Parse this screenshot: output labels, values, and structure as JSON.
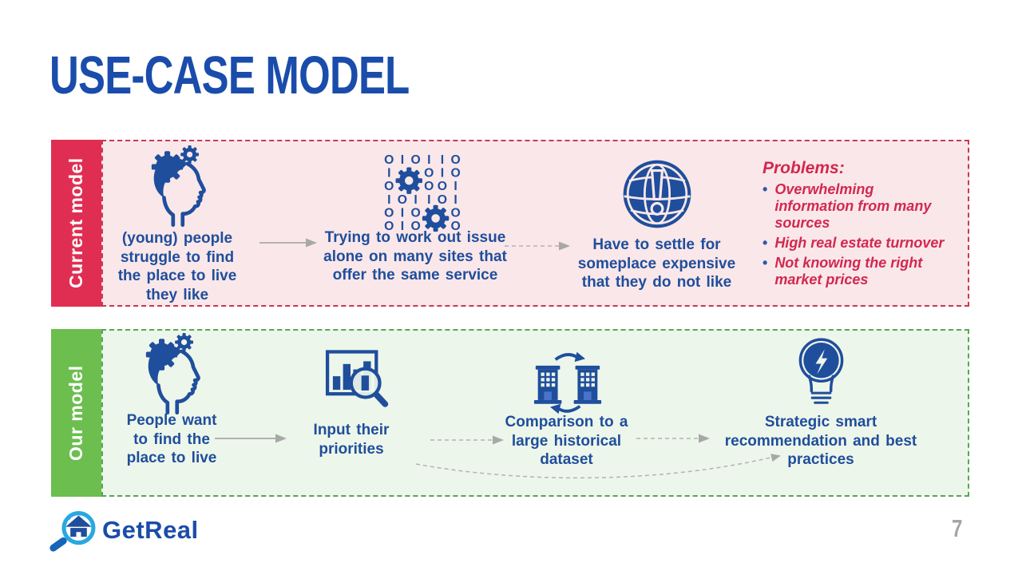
{
  "slide": {
    "title": "USE-CASE MODEL",
    "page_number": "7"
  },
  "logo": {
    "text": "GetReal",
    "icon": "house-magnifier-icon"
  },
  "current_model": {
    "label": "Current model",
    "steps": [
      {
        "icon": "mind-gears-icon",
        "text": "(young) people\nstruggle to find\nthe place to live\nthey like"
      },
      {
        "icon": "binary-gears-icon",
        "text": "Trying to work out issue\nalone on many sites that\noffer the same service"
      },
      {
        "icon": "globe-alert-icon",
        "text": "Have to settle for\nsomeplace expensive\nthat they do not like"
      }
    ],
    "problems": {
      "heading": "Problems:",
      "items": [
        "Overwhelming\ninformation from many\nsources",
        "High real estate turnover",
        "Not knowing the right\nmarket prices"
      ]
    }
  },
  "our_model": {
    "label": "Our model",
    "steps": [
      {
        "icon": "mind-gears-icon",
        "text": "People want\nto find the\nplace to live"
      },
      {
        "icon": "chart-magnifier-icon",
        "text": "Input their\npriorities"
      },
      {
        "icon": "buildings-compare-icon",
        "text": "Comparison to a\nlarge historical\ndataset"
      },
      {
        "icon": "lightbulb-idea-icon",
        "text": "Strategic smart\nrecommendation and best\npractices"
      }
    ]
  },
  "colors": {
    "title_blue": "#1A4CAB",
    "body_blue": "#1F4E9C",
    "current_label_bg": "#E02E52",
    "current_panel_bg": "#FAE7E9",
    "current_border": "#C43B52",
    "problems_red": "#D22850",
    "our_label_bg": "#6CBE4F",
    "our_panel_bg": "#EDF6EA",
    "our_border": "#56A65A",
    "arrow_gray": "#A8A8A8",
    "logo_light_blue": "#29A8E0"
  }
}
